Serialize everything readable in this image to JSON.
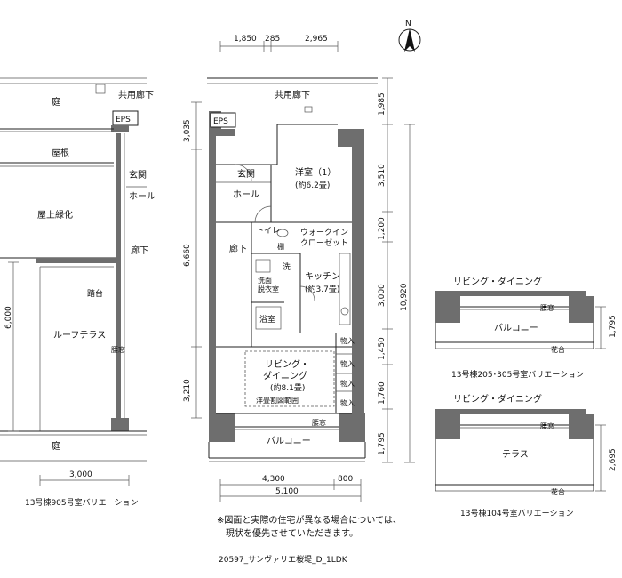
{
  "north": "N",
  "top_dims": [
    "1,850",
    "285",
    "2,965"
  ],
  "left_dims_main": [
    "3,035",
    "6,660",
    "3,210"
  ],
  "right_dims_main": [
    "1,985",
    "3,510",
    "1,200",
    "3,000",
    "1,450",
    "1,760",
    "1,795"
  ],
  "total_dim": "10,920",
  "bottom_dims": [
    "4,300",
    "800",
    "5,100"
  ],
  "rooms": {
    "corridor_main": "共用廊下",
    "eps": "EPS",
    "entrance": "玄関",
    "hall": "ホール",
    "western_room": "洋室（1）",
    "western_room_size": "(約6.2畳)",
    "toilet": "トイレ",
    "shelf": "棚",
    "wic": "ウォークイン",
    "wic2": "クローゼット",
    "hallway": "廊下",
    "wash": "洗",
    "washroom": "洗面",
    "washroom2": "脱衣室",
    "bath": "浴室",
    "kitchen": "キッチン",
    "kitchen_size": "(約3.7畳)",
    "storage": "物入",
    "living": "リビング・",
    "living2": "ダイニング",
    "living_size": "(約8.1畳)",
    "flooring": "洋畳割図範囲",
    "waist_window": "腰窓",
    "balcony": "バルコニー"
  },
  "left_plan": {
    "garden_top": "庭",
    "corridor": "共用廊下",
    "eps": "EPS",
    "roof": "屋根",
    "entrance": "玄関",
    "hall": "ホール",
    "roof_green": "屋上緑化",
    "hallway": "廊下",
    "stepping": "踏台",
    "roof_terrace": "ルーフテラス",
    "waist_window": "腰窓",
    "garden_bottom": "庭",
    "dim_side": "6,000",
    "dim_bottom": "3,000",
    "caption": "13号棟905号室バリエーション"
  },
  "var_a": {
    "living": "リビング・ダイニング",
    "waist_window": "腰窓",
    "balcony": "バルコニー",
    "flower": "花台",
    "dim": "1,795",
    "caption": "13号棟205･305号室バリエーション"
  },
  "var_b": {
    "living": "リビング・ダイニング",
    "waist_window": "腰窓",
    "terrace": "テラス",
    "flower": "花台",
    "dim": "2,695",
    "caption": "13号棟104号室バリエーション"
  },
  "note1": "※図面と実際の住宅が異なる場合については、",
  "note2": "現状を優先させていただきます。",
  "code": "20597_サンヴァリエ桜堤_D_1LDK"
}
